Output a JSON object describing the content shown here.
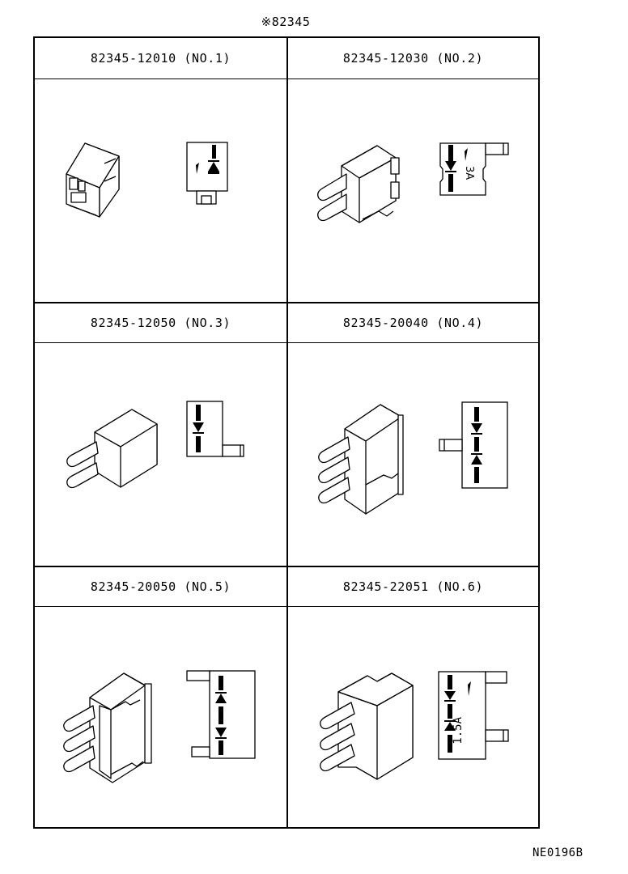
{
  "document": {
    "title": "※82345",
    "figure_code": "NE0196B"
  },
  "parts": [
    {
      "part_number": "82345-12010",
      "index_label": "(NO.1)",
      "header": "82345-12010  (NO.1)",
      "rating": "",
      "pins": 0,
      "diodes": 1
    },
    {
      "part_number": "82345-12030",
      "index_label": "(NO.2)",
      "header": "82345-12030  (NO.2)",
      "rating": "3A",
      "pins": 2,
      "diodes": 1
    },
    {
      "part_number": "82345-12050",
      "index_label": "(NO.3)",
      "header": "82345-12050  (NO.3)",
      "rating": "",
      "pins": 2,
      "diodes": 1
    },
    {
      "part_number": "82345-20040",
      "index_label": "(NO.4)",
      "header": "82345-20040  (NO.4)",
      "rating": "",
      "pins": 3,
      "diodes": 2
    },
    {
      "part_number": "82345-20050",
      "index_label": "(NO.5)",
      "header": "82345-20050  (NO.5)",
      "rating": "",
      "pins": 3,
      "diodes": 2
    },
    {
      "part_number": "82345-22051",
      "index_label": "(NO.6)",
      "header": "82345-22051  (NO.6)",
      "rating": "1.5A",
      "pins": 3,
      "diodes": 2
    }
  ]
}
